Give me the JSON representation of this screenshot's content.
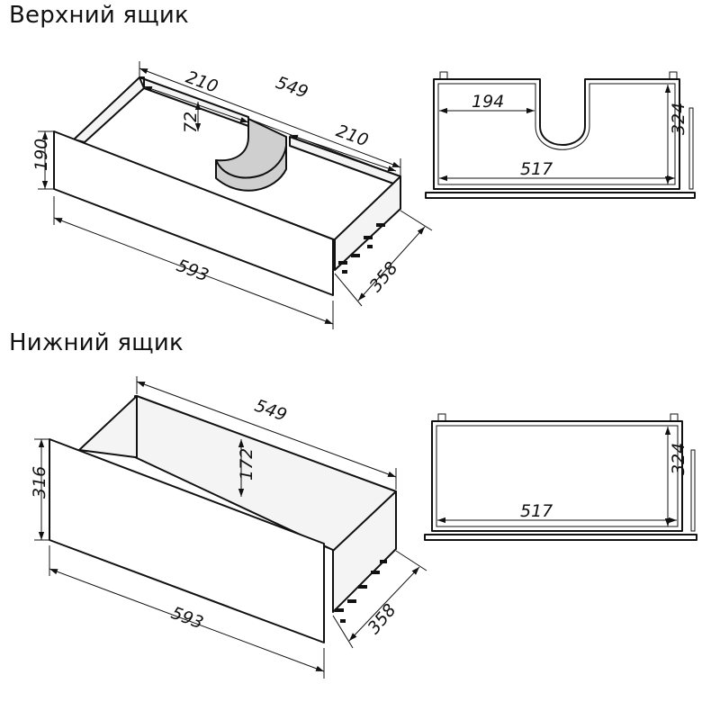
{
  "headings": {
    "top": "Верхний ящик",
    "bottom": "Нижний ящик"
  },
  "upper_drawer": {
    "dims": {
      "left_cutout_width": "210",
      "depth": "549",
      "cutout_depth": "72",
      "right_cutout_width": "210",
      "front_height": "190",
      "front_width": "593",
      "side_depth": "358"
    },
    "top_view": {
      "notch_offset": "194",
      "depth": "324",
      "inner_width": "517"
    }
  },
  "lower_drawer": {
    "dims": {
      "depth": "549",
      "inner_height": "172",
      "front_height": "316",
      "front_width": "593",
      "side_depth": "358"
    },
    "top_view": {
      "depth": "324",
      "inner_width": "517"
    }
  }
}
